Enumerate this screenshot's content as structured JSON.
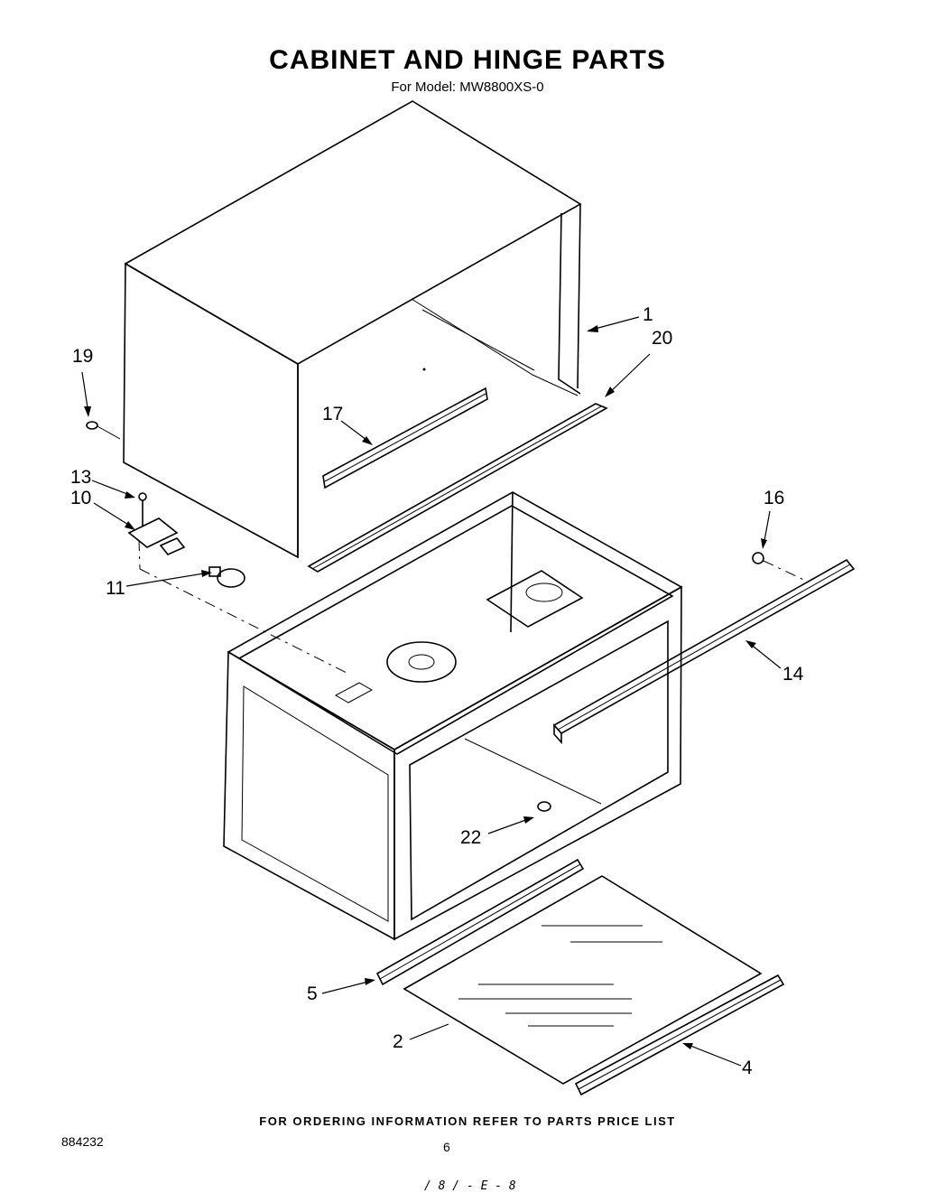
{
  "header": {
    "title": "CABINET AND HINGE PARTS",
    "subtitle": "For Model: MW8800XS-0"
  },
  "callouts": [
    {
      "id": "1",
      "label": "1"
    },
    {
      "id": "20",
      "label": "20"
    },
    {
      "id": "19",
      "label": "19"
    },
    {
      "id": "17",
      "label": "17"
    },
    {
      "id": "13",
      "label": "13"
    },
    {
      "id": "10",
      "label": "10"
    },
    {
      "id": "16",
      "label": "16"
    },
    {
      "id": "11",
      "label": "11"
    },
    {
      "id": "14",
      "label": "14"
    },
    {
      "id": "22",
      "label": "22"
    },
    {
      "id": "5",
      "label": "5"
    },
    {
      "id": "2",
      "label": "2"
    },
    {
      "id": "4",
      "label": "4"
    }
  ],
  "footer": {
    "ordering_note": "FOR ORDERING INFORMATION REFER TO PARTS PRICE LIST",
    "doc_number": "884232",
    "page_number": "6",
    "handwritten_mark": "/ 8 / - E - 8"
  }
}
